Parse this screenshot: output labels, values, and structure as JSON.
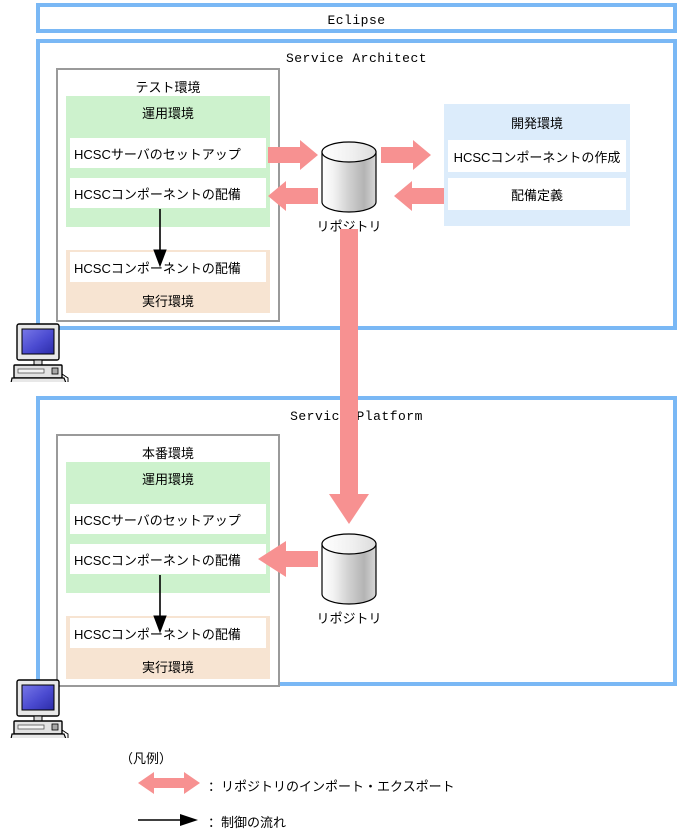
{
  "diagram": {
    "title_top": "Eclipse",
    "panels": [
      {
        "id": "eclipse",
        "label": "Eclipse"
      },
      {
        "id": "service-architect",
        "label": "Service Architect"
      },
      {
        "id": "service-platform",
        "label": "Service Platform"
      }
    ]
  },
  "test_env": {
    "title": "テスト環境",
    "operation_env": {
      "title": "運用環境",
      "items": [
        "HCSCサーバのセットアップ",
        "HCSCコンポーネントの配備"
      ]
    },
    "execution_env": {
      "title": "実行環境",
      "items": [
        "HCSCコンポーネントの配備"
      ]
    }
  },
  "prod_env": {
    "title": "本番環境",
    "operation_env": {
      "title": "運用環境",
      "items": [
        "HCSCサーバのセットアップ",
        "HCSCコンポーネントの配備"
      ]
    },
    "execution_env": {
      "title": "実行環境",
      "items": [
        "HCSCコンポーネントの配備"
      ]
    }
  },
  "dev_env": {
    "title": "開発環境",
    "items": [
      "HCSCコンポーネントの作成",
      "配備定義"
    ]
  },
  "repositories": [
    {
      "id": "repo-top",
      "label": "リポジトリ"
    },
    {
      "id": "repo-bottom",
      "label": "リポジトリ"
    }
  ],
  "legend": {
    "heading": "（凡例）",
    "entries": [
      {
        "icon": "double-arrow-icon",
        "text": "：リポジトリのインポート・エクスポート"
      },
      {
        "icon": "single-arrow-icon",
        "text": "：制御の流れ"
      }
    ]
  },
  "icons": {
    "computer_top": "computer-icon",
    "computer_bottom": "computer-icon"
  },
  "colors": {
    "panel_border": "#7ab8f5",
    "gray_border": "#9a9a9a",
    "green_env": "#cdf2cd",
    "peach_env": "#f7e4d2",
    "blue_env": "#dcecfb",
    "arrow_pink": "#f79191",
    "text": "#000000",
    "monitor_blue": "#5050d8"
  }
}
